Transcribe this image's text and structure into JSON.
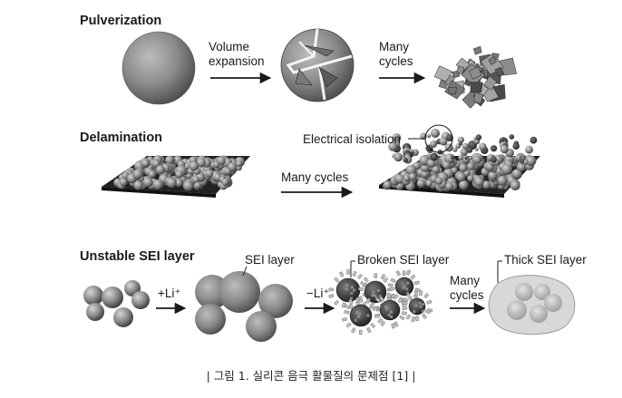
{
  "rows": {
    "pulverization": {
      "title": "Pulverization",
      "step1_label_line1": "Volume",
      "step1_label_line2": "expansion",
      "step2_label_line1": "Many",
      "step2_label_line2": "cycles"
    },
    "delamination": {
      "title": "Delamination",
      "arrow_label": "Many cycles",
      "callout_label": "Electrical isolation"
    },
    "sei": {
      "title": "Unstable SEI layer",
      "step1_label": "+Li⁺",
      "step2_label": "−Li⁺",
      "step3_label_line1": "Many",
      "step3_label_line2": "cycles",
      "sei_layer_label": "SEI layer",
      "broken_sei_label": "Broken SEI layer",
      "thick_sei_label": "Thick SEI layer"
    }
  },
  "caption": "| 그림 1. 실리콘 음극 활물질의 문제점 [1] |"
}
